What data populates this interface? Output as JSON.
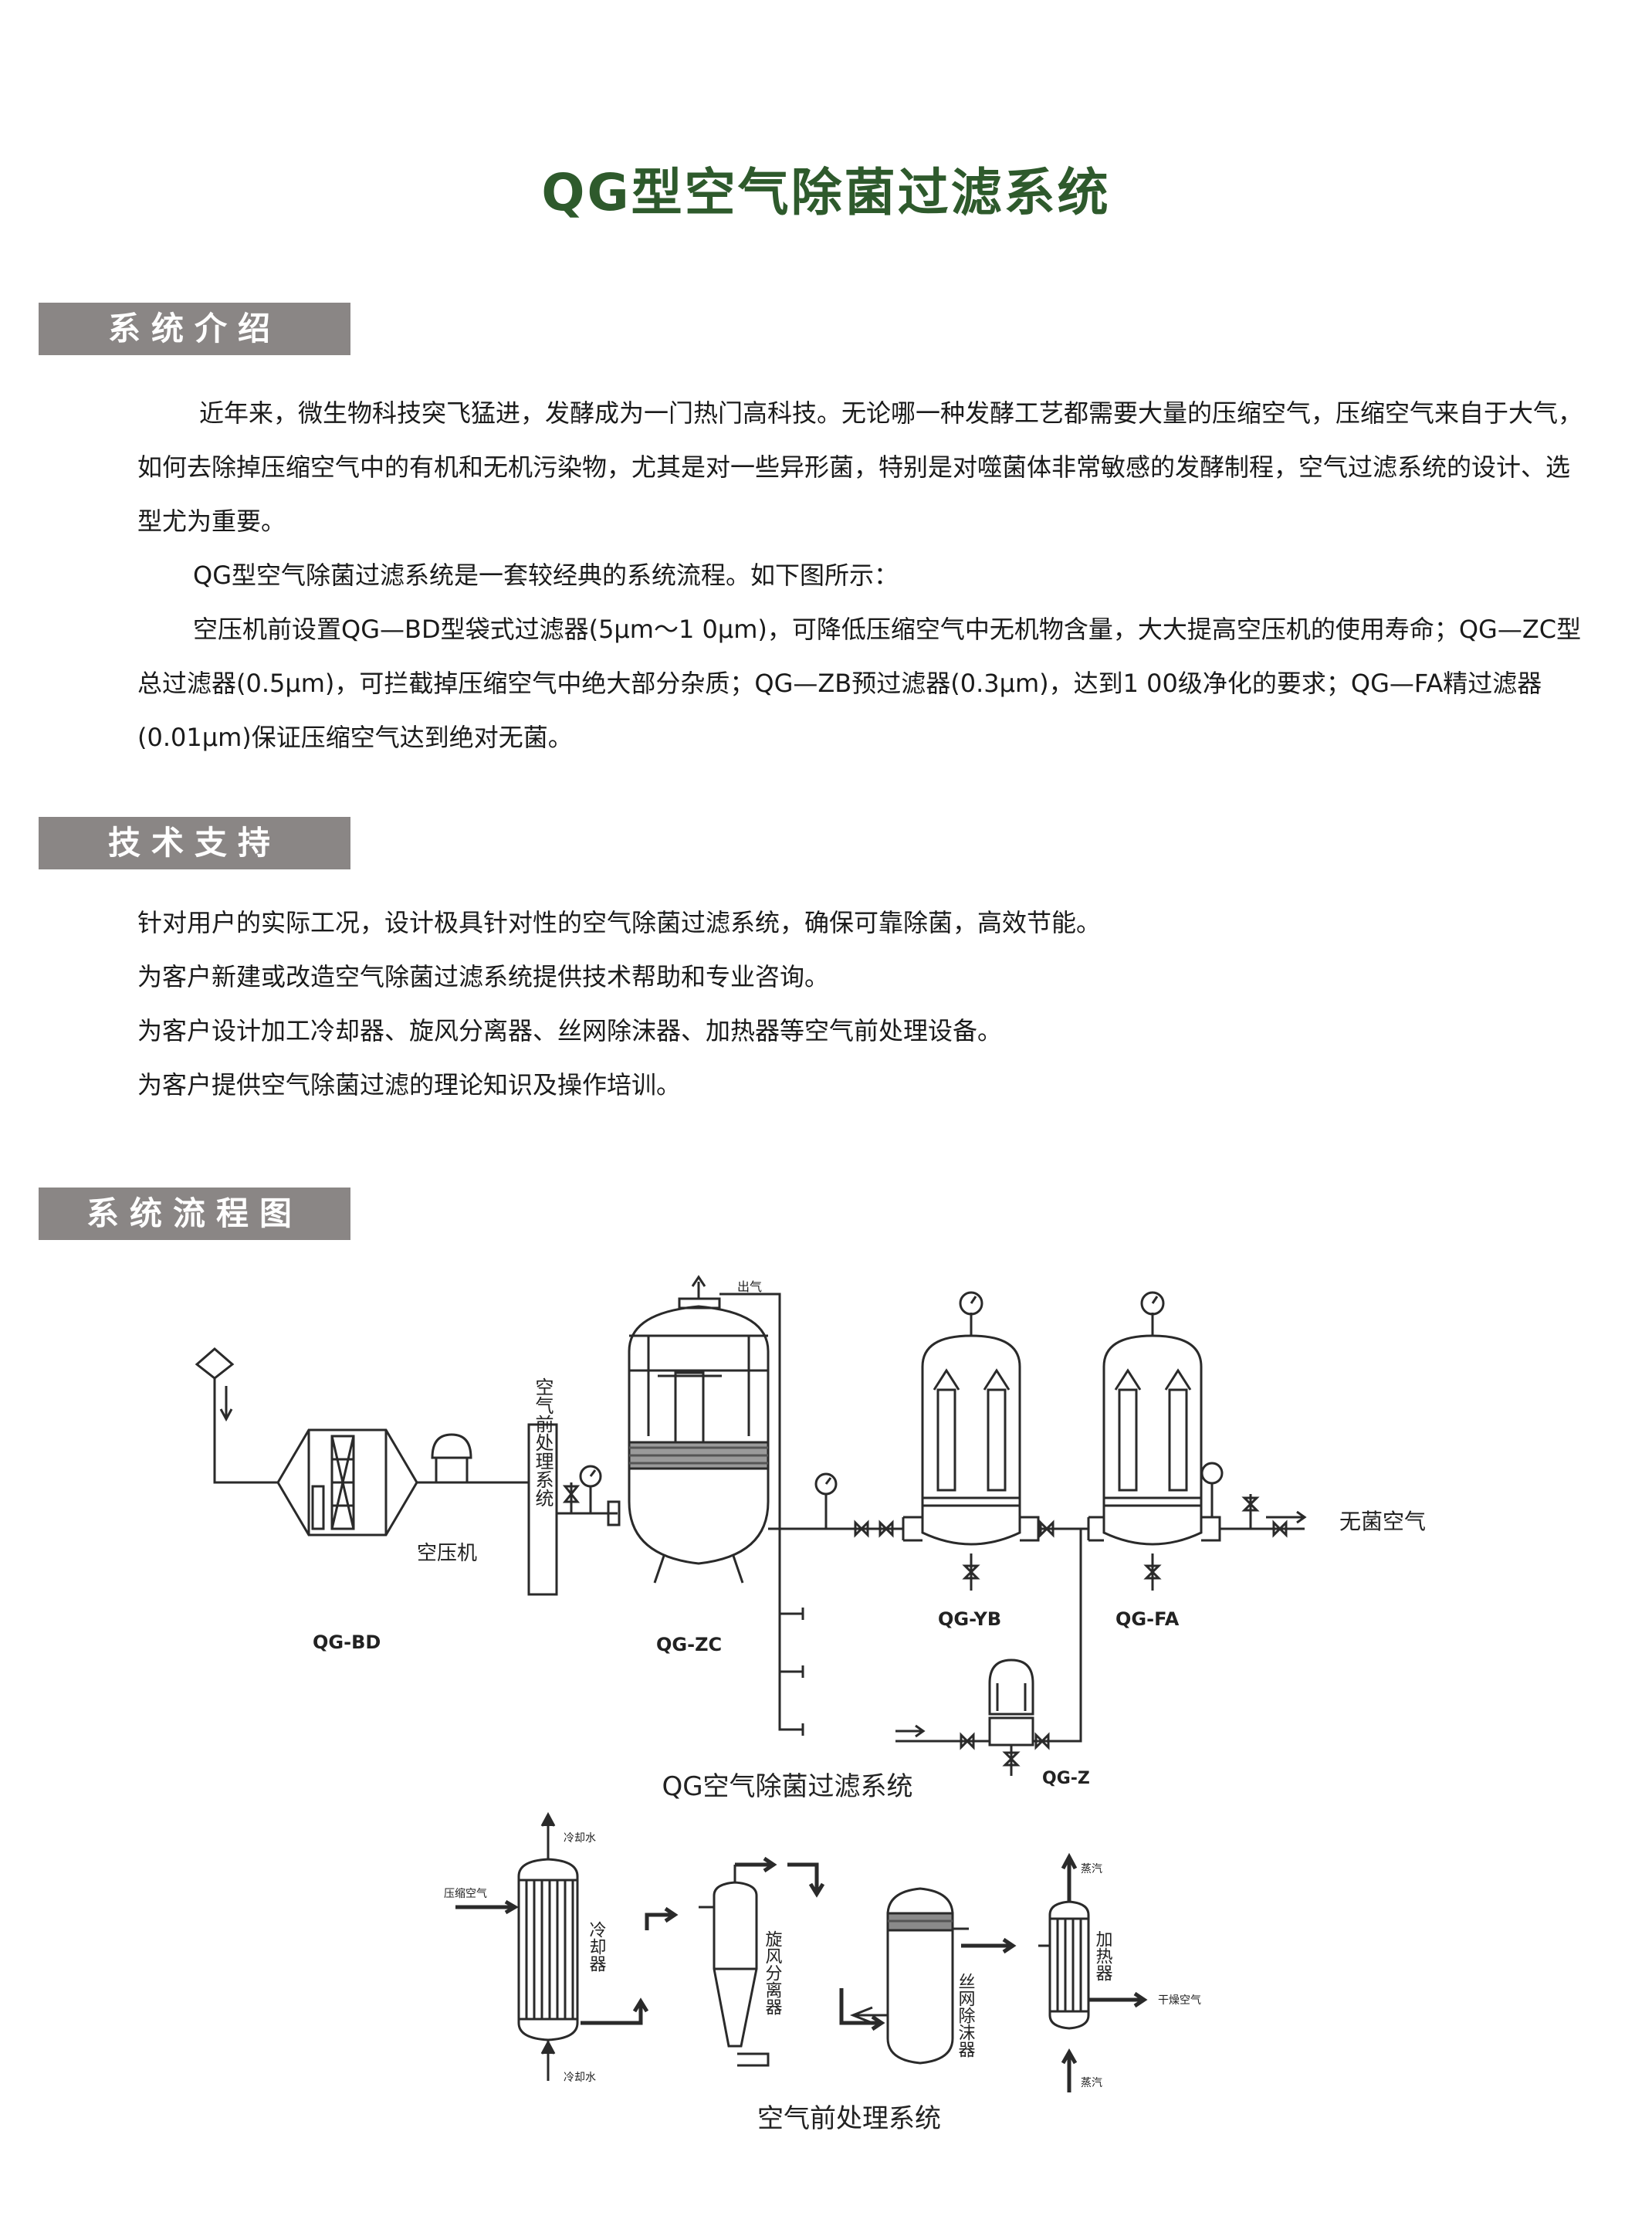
{
  "page": {
    "title": "QG型空气除菌过滤系统"
  },
  "sections": {
    "intro": {
      "header": "系统介绍",
      "p1": "近年来，微生物科技突飞猛进，发酵成为一门热门高科技。无论哪一种发酵工艺都需要大量的压缩空气，压缩空气来自于大气，如何去除掉压缩空气中的有机和无机污染物，尤其是对一些异形菌，特别是对噬菌体非常敏感的发酵制程，空气过滤系统的设计、选型尤为重要。",
      "p2": "QG型空气除菌过滤系统是一套较经典的系统流程。如下图所示：",
      "p3": "空压机前设置QG—BD型袋式过滤器(5μm～1 0μm)，可降低压缩空气中无机物含量，大大提高空压机的使用寿命；QG—ZC型总过滤器(0.5μm)，可拦截掉压缩空气中绝大部分杂质；QG—ZB预过滤器(0.3μm)，达到1 00级净化的要求；QG—FA精过滤器(0.01μm)保证压缩空气达到绝对无菌。"
    },
    "support": {
      "header": "技术支持",
      "items": [
        "针对用户的实际工况，设计极具针对性的空气除菌过滤系统，确保可靠除菌，高效节能。",
        "为客户新建或改造空气除菌过滤系统提供技术帮助和专业咨询。",
        "为客户设计加工冷却器、旋风分离器、丝网除沫器、加热器等空气前处理设备。",
        "为客户提供空气除菌过滤的理论知识及操作培训。"
      ]
    },
    "flow": {
      "header": "系统流程图"
    }
  },
  "diagram1": {
    "caption": "QG空气除菌过滤系统",
    "labels": {
      "bd": "QG-BD",
      "compressor": "空压机",
      "pretreat": "空气前处理系统",
      "zc": "QG-ZC",
      "exhaust": "出气",
      "yb": "QG-YB",
      "fa": "QG-FA",
      "z": "QG-Z",
      "outlet": "无菌空气"
    }
  },
  "diagram2": {
    "caption": "空气前处理系统",
    "labels": {
      "compressed_air": "压缩空气",
      "cooling_water_out": "冷却水",
      "cooling_water_in": "冷却水",
      "cooler": "冷却器",
      "cyclone": "旋风分离器",
      "demister": "丝网除沫器",
      "heater": "加热器",
      "steam_top": "蒸汽",
      "steam_bottom": "蒸汽",
      "dry_air": "干燥空气"
    }
  },
  "colors": {
    "title": "#2e5a2c",
    "section_bg": "#8a8685",
    "line": "#2a2a2a"
  }
}
